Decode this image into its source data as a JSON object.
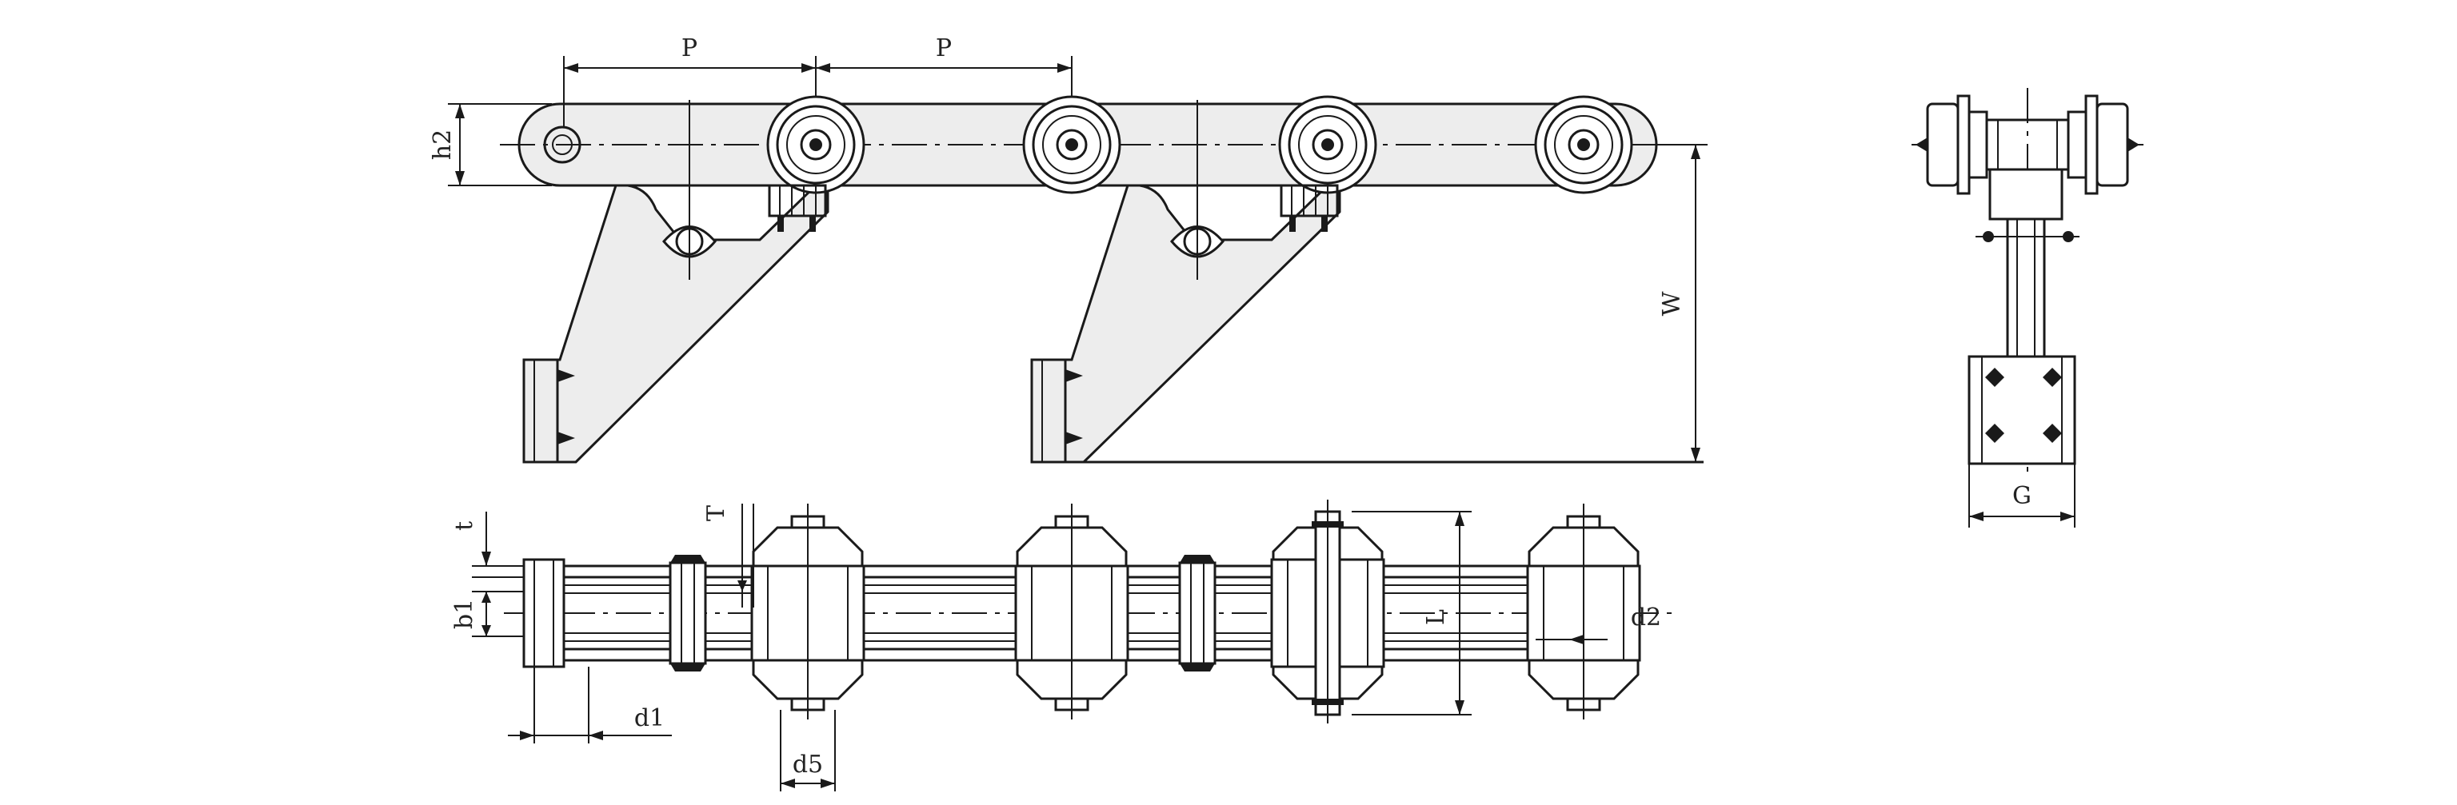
{
  "diagram": {
    "labels": {
      "pitch_1": "P",
      "pitch_2": "P",
      "h2": "h2",
      "w": "W",
      "g": "G",
      "t": "t",
      "T": "T",
      "b1": "b1",
      "L": "L",
      "d1": "d1",
      "d2": "d2",
      "d5": "d5"
    },
    "colors": {
      "line": "#1a1a1a",
      "plate_fill": "#ededed",
      "background": "#ffffff"
    }
  }
}
